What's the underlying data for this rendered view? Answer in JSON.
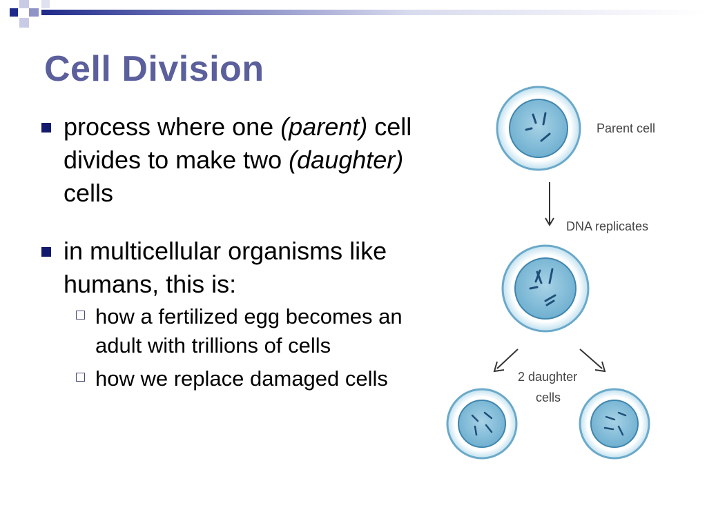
{
  "slide": {
    "title": "Cell Division",
    "colors": {
      "title": "#5b5f9c",
      "bullet": "#141a6e",
      "accent": "#1f2a8a"
    },
    "bullets": [
      {
        "text_parts": [
          "process where one ",
          "(parent)",
          " cell divides to make two ",
          "(daughter)",
          " cells"
        ]
      },
      {
        "text": "in multicellular organisms like humans, this is:",
        "sub_bullets": [
          "how a fertilized egg becomes an adult with trillions of cells",
          "how we replace damaged cells"
        ]
      }
    ]
  },
  "diagram": {
    "labels": {
      "parent": "Parent cell",
      "replicates": "DNA replicates",
      "daughter_line1": "2 daughter",
      "daughter_line2": "cells"
    }
  }
}
